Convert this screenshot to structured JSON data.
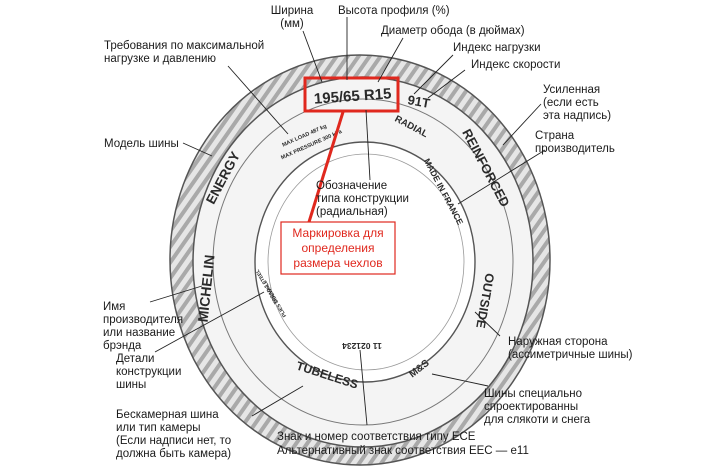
{
  "tire_markings": {
    "size": "195/65 R15",
    "load_speed": "91T",
    "model": "ENERGY",
    "brand": "MICHELIN",
    "reinforced": "REINFORCED",
    "construction": "RADIAL",
    "country": "MADE IN FRANCE",
    "outside": "OUTSIDE",
    "ms": "M&S",
    "tubeless": "TUBELESS",
    "dot": "11 021234",
    "max_load_1": "MAX LOAD 487 kg",
    "max_load_2": "MAX PRESSURE 300 kPa",
    "plies_1": "PLIES SIDEWALL",
    "plies_2": "TREAD 2 STEEL"
  },
  "annotations": {
    "width": [
      "Ширина",
      "(мм)"
    ],
    "profile": "Высота профиля (%)",
    "rim": "Диаметр обода (в дюймах)",
    "load_index": "Индекс нагрузки",
    "speed_index": "Индекс скорости",
    "max_load": [
      "Требования по максимальной",
      "нагрузке и давлению"
    ],
    "reinforced": [
      "Усиленная",
      "(если есть",
      "эта  надпись)"
    ],
    "country": [
      "Страна",
      "производитель"
    ],
    "model": "Модель шины",
    "construction": [
      "Обозначение",
      "типа конструкции",
      "(радиальная)"
    ],
    "highlight": [
      "Маркировка для",
      "определения",
      "размера чехлов"
    ],
    "brand": [
      "Имя",
      "производителя",
      "или название",
      "брэнда"
    ],
    "details": [
      "Детали",
      "конструкции",
      "шины"
    ],
    "outside": [
      "Наружная сторона",
      "(ассиметричные шины)"
    ],
    "ms": [
      "Шины специально",
      "спроектированны",
      "для  слякоти и снега"
    ],
    "tubeless": [
      "Бескамерная шина",
      "или тип камеры",
      "(Если надписи нет, то",
      "должна быть камера)"
    ],
    "ece": [
      "Знак и номер соответствия типу ECE",
      "Альтернативный знак соответствия EEC — e11"
    ]
  },
  "colors": {
    "highlight": "#e0281e",
    "tire_outline": "#555555",
    "tread": "#bdbdbd"
  }
}
